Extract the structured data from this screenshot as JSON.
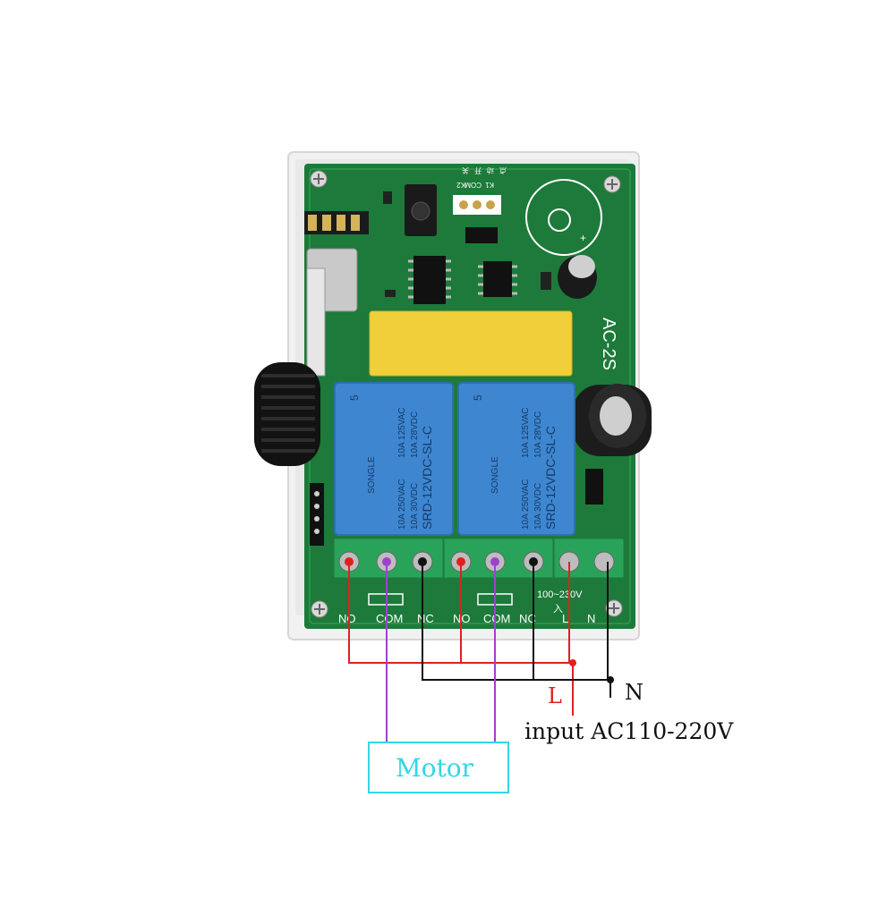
{
  "board": {
    "model_label": "AC-2S",
    "jumper_labels": [
      "K1",
      "COM",
      "K2"
    ],
    "jumper_top_labels": [
      "点",
      "动",
      "开",
      "关"
    ],
    "cap_small_marks": [
      "+"
    ],
    "voltage_label": "100~230V",
    "input_mark": "入",
    "terminal_labels": [
      "NO",
      "COM",
      "NC",
      "NO",
      "COM",
      "NC",
      "L",
      "N"
    ],
    "colors": {
      "pcb": "#1d7a3a",
      "relay": "#3e86d0",
      "capacitor": "#f1cf3a",
      "terminal": "#2aa35a",
      "housing": "#f2f2f2"
    }
  },
  "relays": [
    {
      "brand": "SONGLE",
      "model": "SRD-12VDC-SL-C",
      "ratings": [
        "10A 250VAC",
        "10A 125VAC",
        "10A 30VDC",
        "10A 28VDC"
      ],
      "pin_mark": "5"
    },
    {
      "brand": "SONGLE",
      "model": "SRD-12VDC-SL-C",
      "ratings": [
        "10A 250VAC",
        "10A 125VAC",
        "10A 30VDC",
        "10A 28VDC"
      ],
      "pin_mark": "5"
    }
  ],
  "wiring": {
    "label_l": "L",
    "label_n": "N",
    "input_label": "input AC110-220V",
    "motor_label": "Motor",
    "colors": {
      "live": "#e0201f",
      "neutral": "#111111",
      "motor": "#a040d0",
      "motor_box": "#33d6e6"
    }
  }
}
